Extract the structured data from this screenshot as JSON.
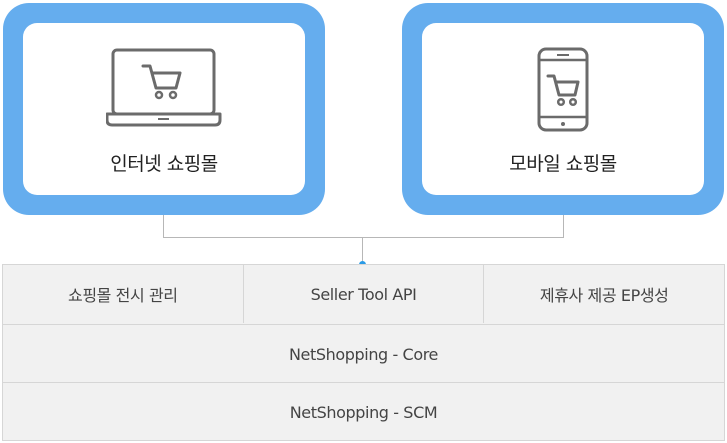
{
  "channels": {
    "internet": {
      "label": "인터넷 쇼핑몰",
      "icon": "laptop-cart-icon"
    },
    "mobile": {
      "label": "모바일 쇼핑몰",
      "icon": "smartphone-cart-icon"
    }
  },
  "services": [
    {
      "label": "쇼핑몰 전시 관리"
    },
    {
      "label": "Seller Tool API"
    },
    {
      "label": "제휴사 제공 EP생성"
    }
  ],
  "core_layer": {
    "label": "NetShopping - Core"
  },
  "scm_layer": {
    "label": "NetShopping - SCM"
  },
  "colors": {
    "card_border": "#65adee",
    "connector_dot": "#2a9be6",
    "layer_bg": "#f1f1f1",
    "layer_border": "#d6d6d6"
  }
}
